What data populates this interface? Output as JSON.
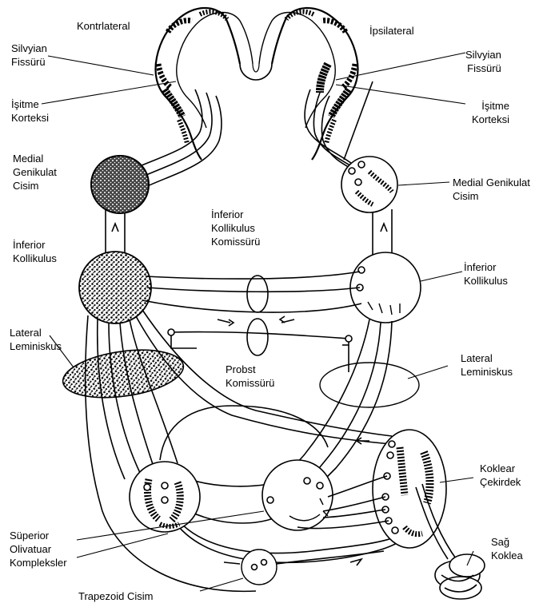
{
  "labels": {
    "contralateral": "Kontrlateral",
    "ipsilateral": "İpsilateral",
    "sylvian_left": [
      "Silvyian",
      "Fissürü"
    ],
    "sylvian_right": [
      "Silvyian",
      "Fissürü"
    ],
    "auditory_cortex_left": [
      "İşitme",
      "Korteksi"
    ],
    "auditory_cortex_right": [
      "İşitme",
      "Korteksi"
    ],
    "mgb_left": [
      "Medial",
      "Genikulat",
      "Cisim"
    ],
    "mgb_right": [
      "Medial Genikulat",
      "Cisim"
    ],
    "ic_commissure": [
      "İnferior",
      "Kollikulus",
      "Komissürü"
    ],
    "ic_left": [
      "İnferior",
      "Kollikulus"
    ],
    "ic_right": [
      "İnferior",
      "Kollikulus"
    ],
    "ll_left": [
      "Lateral",
      "Leminiskus"
    ],
    "ll_right": [
      "Lateral",
      "Leminiskus"
    ],
    "probst": [
      "Probst",
      "Komissürü"
    ],
    "cochlear_nucleus": [
      "Koklear",
      "Çekirdek"
    ],
    "cochlea": [
      "Sağ",
      "Koklea"
    ],
    "soc": [
      "Süperior",
      "Olivatuar",
      "Kompleksler"
    ],
    "trapezoid": "Trapezoid Cisim"
  },
  "colors": {
    "ink": "#000000",
    "background": "#ffffff"
  }
}
